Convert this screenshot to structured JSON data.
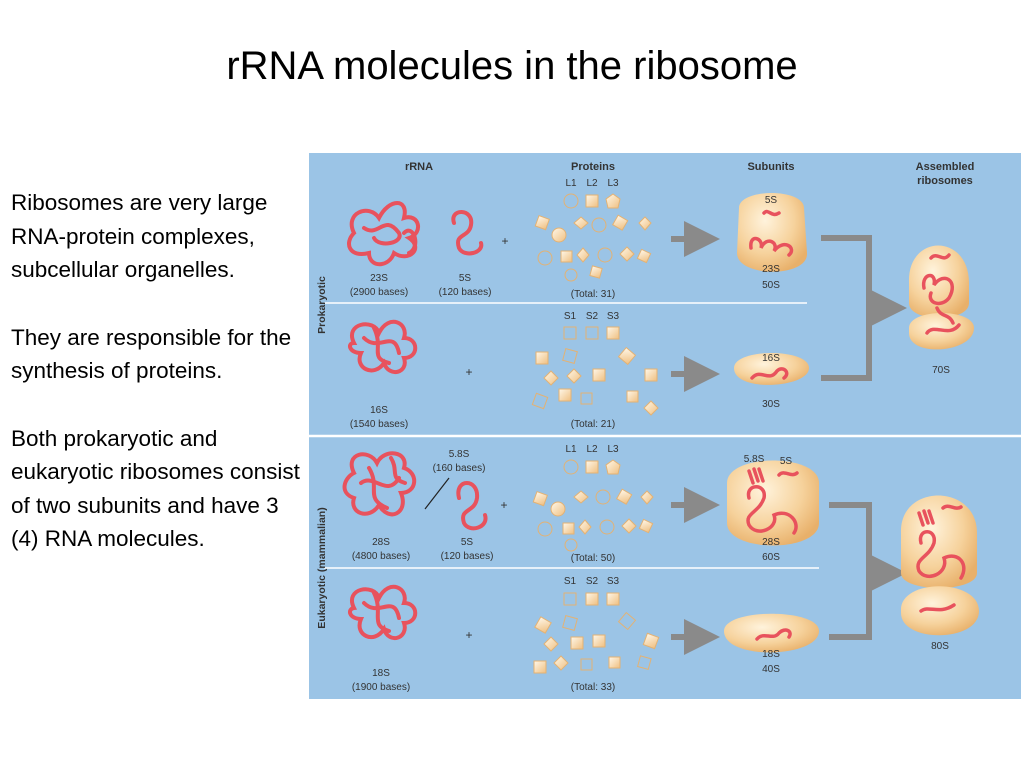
{
  "title": "rRNA molecules in the ribosome",
  "paragraphs": [
    "Ribosomes are very large RNA-protein complexes, subcellular organelles.",
    "They are responsible for the synthesis of proteins.",
    "Both prokaryotic and eukaryotic ribosomes consist of two subunits and have 3 (4) RNA molecules."
  ],
  "colors": {
    "panel_background": "#9bc4e6",
    "rna_strand": "#e8525d",
    "ribosome_fill": "#f5cc94",
    "protein_fill": "#f3cc98",
    "arrow": "#8a8a8a",
    "divider": "#ffffff"
  },
  "diagram": {
    "headers": {
      "rrna": "rRNA",
      "proteins": "Proteins",
      "subunits": "Subunits",
      "assembled_line1": "Assembled",
      "assembled_line2": "ribosomes"
    },
    "side_labels": {
      "prokaryotic": "Prokaryotic",
      "eukaryotic": "Eukaryotic (mammalian)"
    },
    "rows": {
      "prok_large": {
        "rna1_name": "23S",
        "rna1_bases": "(2900 bases)",
        "rna2_name": "5S",
        "rna2_bases": "(120 bases)",
        "plus": "+",
        "protein_labels": [
          "L1",
          "L2",
          "L3"
        ],
        "protein_total": "(Total: 31)",
        "subunit_rna_top": "5S",
        "subunit_rna_bottom": "23S",
        "subunit_name": "50S"
      },
      "prok_small": {
        "rna1_name": "16S",
        "rna1_bases": "(1540 bases)",
        "plus": "+",
        "protein_labels": [
          "S1",
          "S2",
          "S3"
        ],
        "protein_total": "(Total: 21)",
        "subunit_rna_top": "16S",
        "subunit_name": "30S"
      },
      "euk_large": {
        "rna1_name": "28S",
        "rna1_bases": "(4800 bases)",
        "rna_extra_name": "5.8S",
        "rna_extra_bases": "(160 bases)",
        "rna2_name": "5S",
        "rna2_bases": "(120 bases)",
        "plus": "+",
        "protein_labels": [
          "L1",
          "L2",
          "L3"
        ],
        "protein_total": "(Total: 50)",
        "subunit_rna_left": "5.8S",
        "subunit_rna_right": "5S",
        "subunit_rna_bottom": "28S",
        "subunit_name": "60S"
      },
      "euk_small": {
        "rna1_name": "18S",
        "rna1_bases": "(1900 bases)",
        "plus": "+",
        "protein_labels": [
          "S1",
          "S2",
          "S3"
        ],
        "protein_total": "(Total: 33)",
        "subunit_rna_top": "18S",
        "subunit_name": "40S"
      }
    },
    "assembled": {
      "prokaryotic": "70S",
      "eukaryotic": "80S"
    }
  }
}
